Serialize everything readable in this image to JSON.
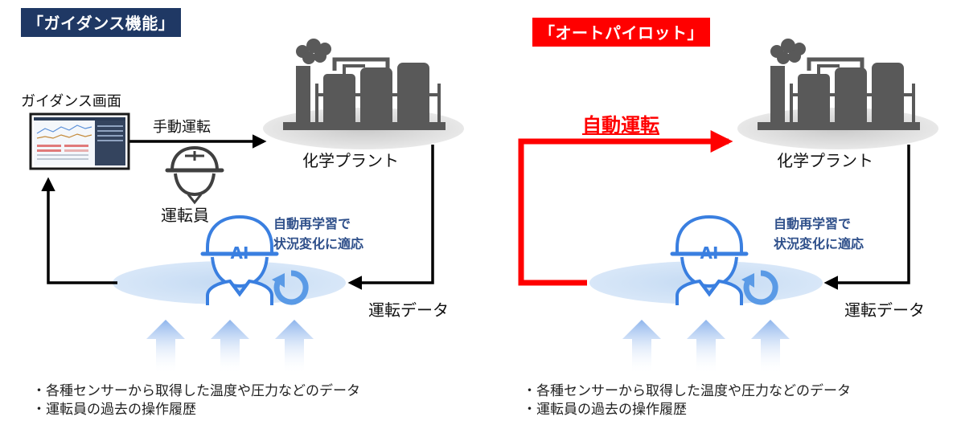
{
  "left": {
    "badge": "「ガイダンス機能」",
    "screen_label": "ガイダンス画面",
    "manual_label": "手動運転",
    "operator_label": "運転員",
    "plant_label": "化学プラント",
    "ai_line1": "自動再学習で",
    "ai_line2": "状況変化に適応",
    "data_label": "運転データ",
    "bullet1": "・各種センサーから取得した温度や圧力などのデータ",
    "bullet2": "・運転員の過去の操作履歴"
  },
  "right": {
    "badge": "「オートパイロット」",
    "auto_label": "自動運転",
    "plant_label": "化学プラント",
    "ai_line1": "自動再学習で",
    "ai_line2": "状況変化に適応",
    "data_label": "運転データ",
    "bullet1": "・各種センサーから取得した温度や圧力などのデータ",
    "bullet2": "・運転員の過去の操作履歴"
  },
  "icons": {
    "ai": "AI",
    "factory": "factory-icon",
    "helmet": "helmet-operator-icon",
    "monitor": "monitor-icon",
    "refresh": "refresh-icon"
  },
  "colors": {
    "badge_blue": "#1f3864",
    "badge_red": "#ff0000",
    "ai_blue": "#2e6fd6",
    "factory_gray": "#595959"
  }
}
